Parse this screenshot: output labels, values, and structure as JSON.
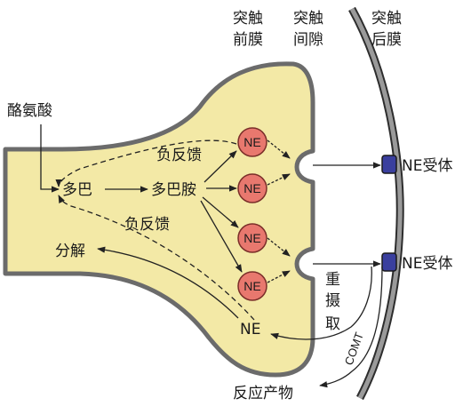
{
  "labels": {
    "presynaptic_membrane": [
      "突触",
      "前膜"
    ],
    "synaptic_cleft": [
      "突触",
      "间隙"
    ],
    "postsynaptic_membrane": [
      "突触",
      "后膜"
    ],
    "tyrosine": "酪氨酸",
    "dopa": "多巴",
    "dopamine": "多巴胺",
    "negative_feedback_top": "负反馈",
    "negative_feedback_bottom": "负反馈",
    "decomposition": "分解",
    "ne_free": "NE",
    "reuptake": [
      "重",
      "摄",
      "取"
    ],
    "comt": "COMT",
    "reaction_product": "反应产物",
    "receptor_top": "NE受体",
    "receptor_bottom": "NE受体",
    "vesicles": [
      "NE",
      "NE",
      "NE",
      "NE"
    ]
  },
  "colors": {
    "terminal_fill": "#f3e9a6",
    "membrane": "#6b6b6b",
    "vesicle_fill": "#e8786e",
    "receptor_fill": "#3a3f9e",
    "line": "#222222"
  }
}
